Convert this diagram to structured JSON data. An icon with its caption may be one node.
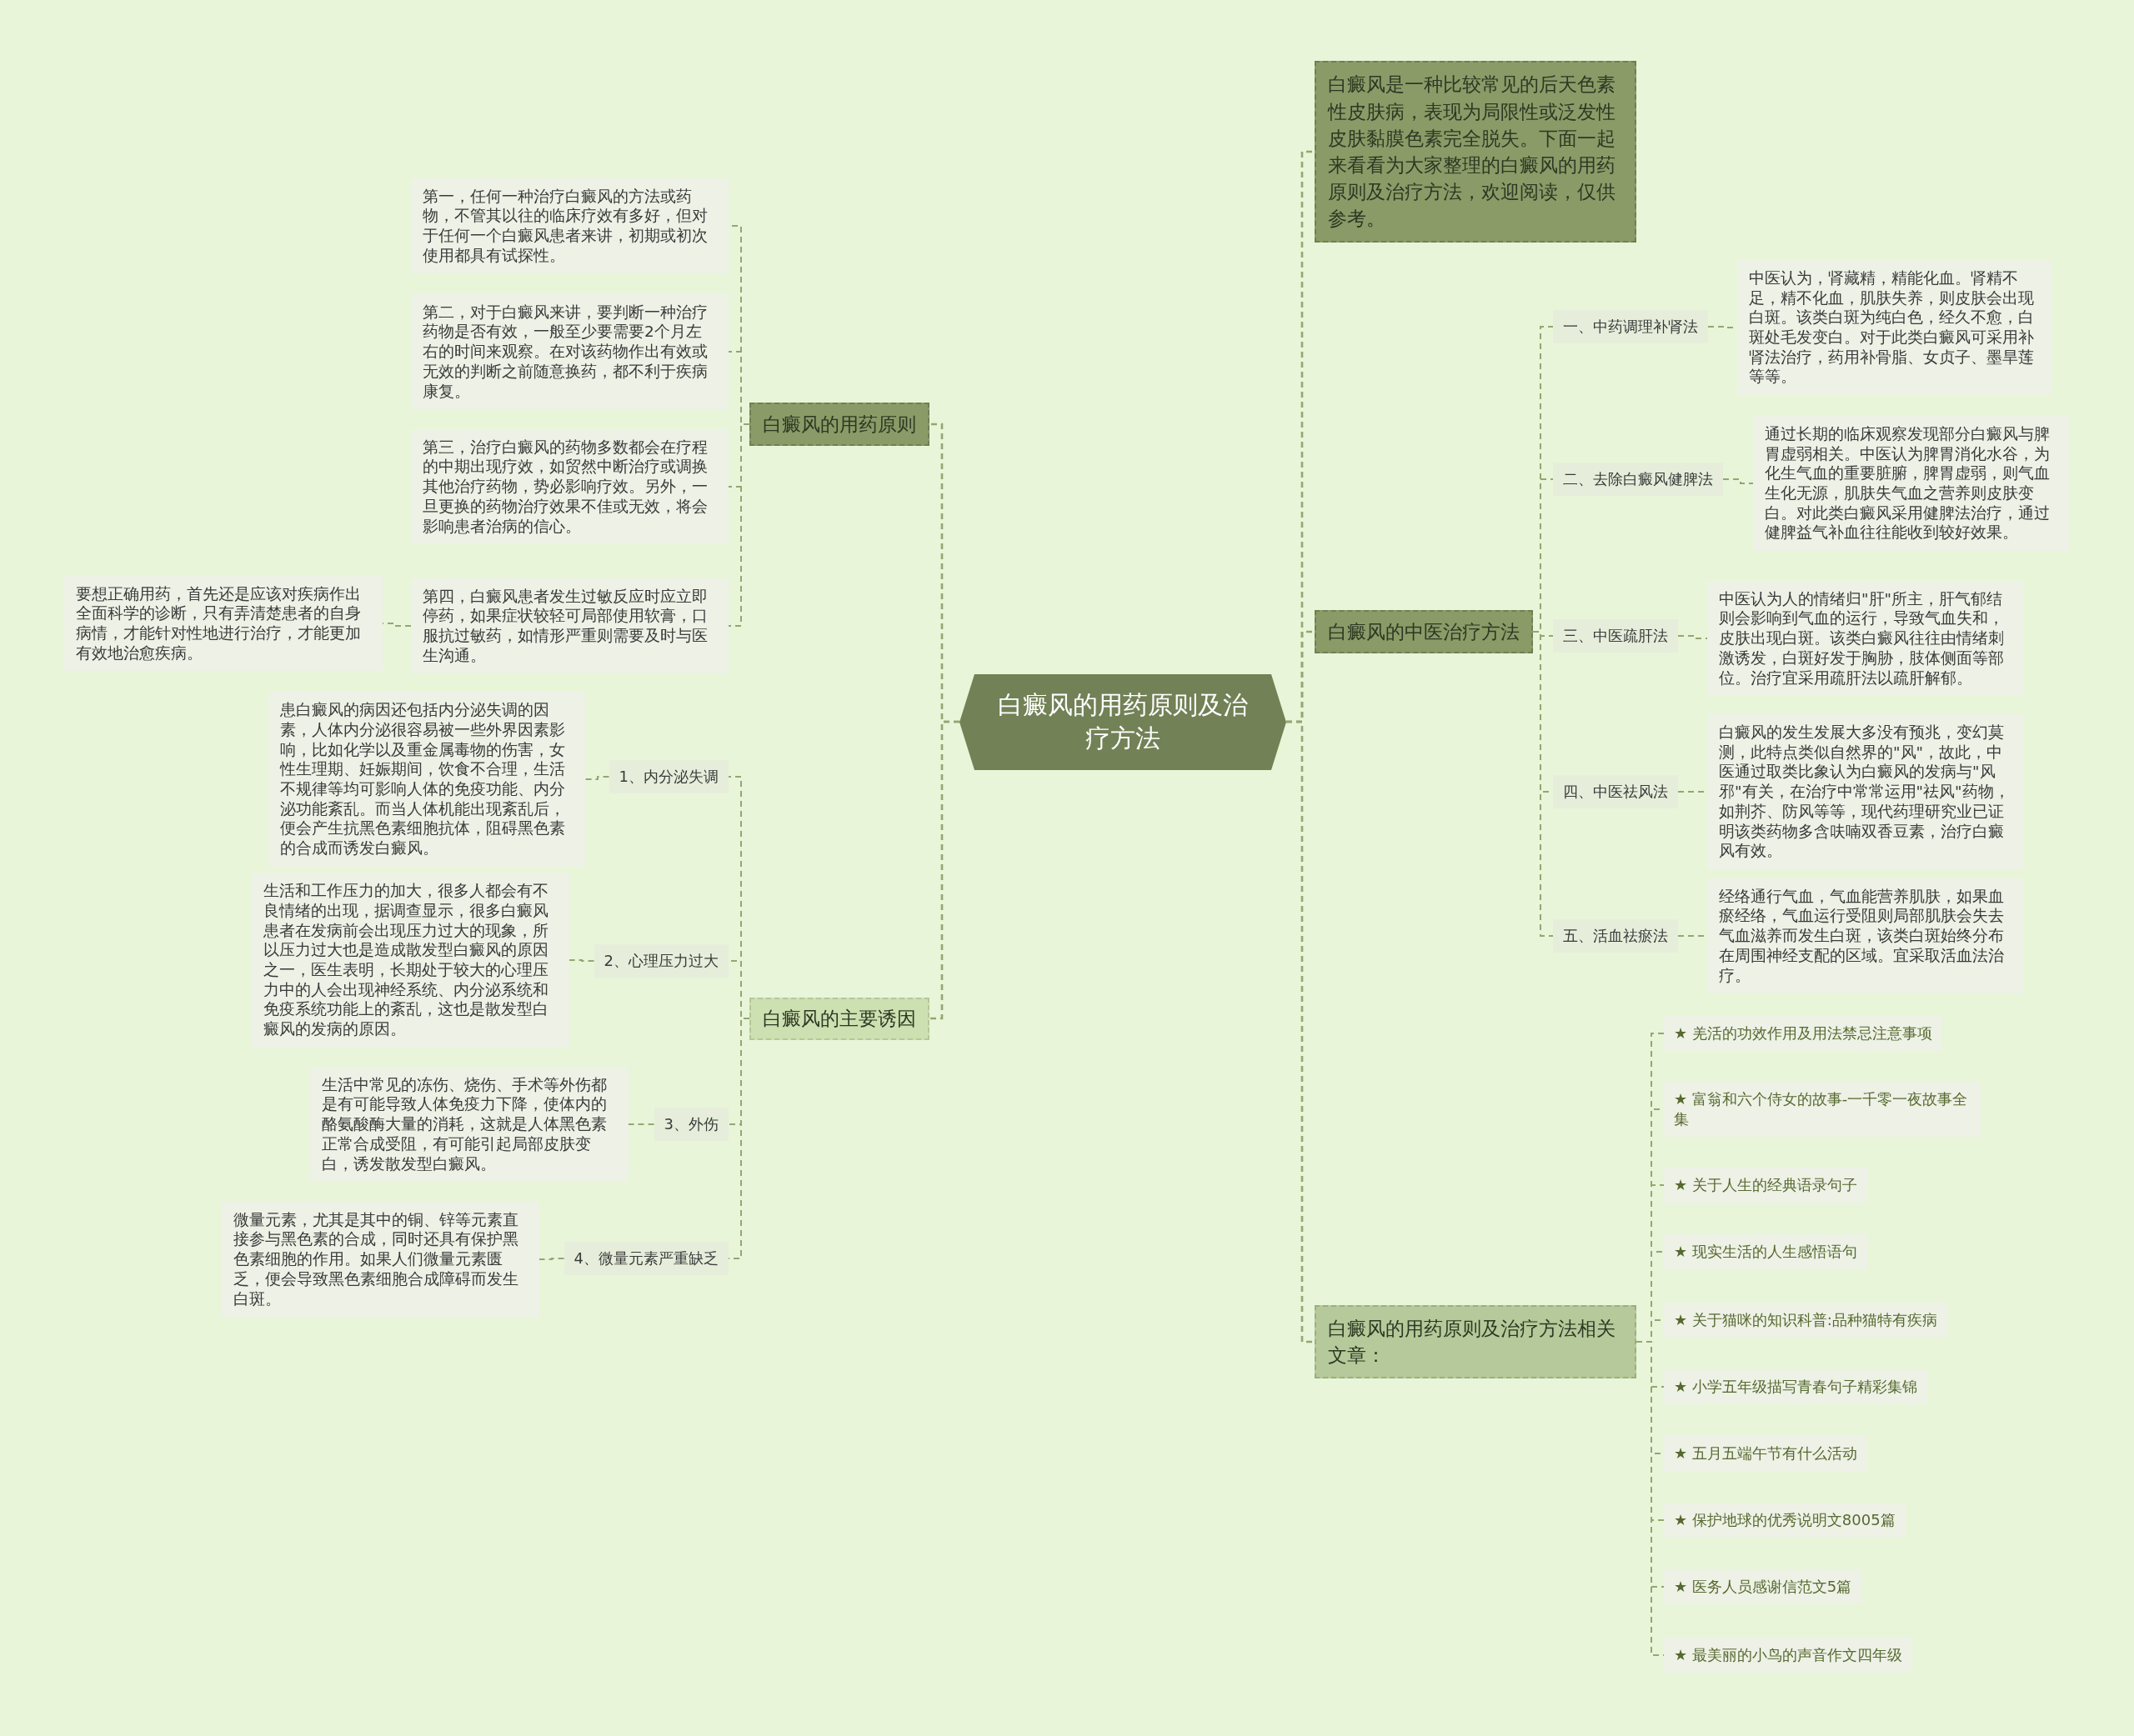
{
  "diagram": {
    "nodes": [
      {
        "text": [
          "白癜风的用药原则及治疗方法"
        ]
      },
      {
        "text": [
          "白癜风的用药原则"
        ]
      },
      {
        "text": [
          "第一，任何一种治疗白癜风的方法或药物，不管其以往的临床疗效有多好，但对于任何一个白癜风患者来讲，初期或初次使用都具有试探性。"
        ]
      },
      {
        "text": [
          "第二，对于白癜风来讲，要判断一种治疗药物是否有效，一般至少要需要2个月左右的时间来观察。在对该药物作出有效或无效的判断之前随意换药，都不利于疾病康复。"
        ]
      },
      {
        "text": [
          "第三，治疗白癜风的药物多数都会在疗程的中期出现疗效，如贸然中断治疗或调换其他治疗药物，势必影响疗效。另外，一旦更换的药物治疗效果不佳或无效，将会影响患者治病的信心。"
        ]
      },
      {
        "text": [
          "第四，白癜风患者发生过敏反应时应立即停药，如果症状较轻可局部使用软膏，口服抗过敏药，如情形严重则需要及时与医生沟通。"
        ]
      },
      {
        "text": [
          "要想正确用药，首先还是应该对疾病作出全面科学的诊断，只有弄清楚患者的自身病情，才能针对性地进行治疗，才能更加有效地治愈疾病。"
        ]
      },
      {
        "text": [
          "白癜风的主要诱因"
        ]
      },
      {
        "text": [
          "1、内分泌失调"
        ]
      },
      {
        "text": [
          "患白癜风的病因还包括内分泌失调的因素，人体内分泌很容易被一些外界因素影响，比如化学以及重金属毒物的伤害，女性生理期、妊娠期间，饮食不合理，生活不规律等均可影响人体的免疫功能、内分泌功能紊乱。而当人体机能出现紊乱后，便会产生抗黑色素细胞抗体，阻碍黑色素的合成而诱发白癜风。"
        ]
      },
      {
        "text": [
          "2、心理压力过大"
        ]
      },
      {
        "text": [
          "生活和工作压力的加大，很多人都会有不良情绪的出现，据调查显示，很多白癜风患者在发病前会出现压力过大的现象，所以压力过大也是造成散发型白癜风的原因之一，医生表明，长期处于较大的心理压力中的人会出现神经系统、内分泌系统和免疫系统功能上的紊乱，这也是散发型白癜风的发病的原因。"
        ]
      },
      {
        "text": [
          "3、外伤"
        ]
      },
      {
        "text": [
          "生活中常见的冻伤、烧伤、手术等外伤都是有可能导致人体免疫力下降，使体内的酪氨酸酶大量的消耗，这就是人体黑色素正常合成受阻，有可能引起局部皮肤变白，诱发散发型白癜风。"
        ]
      },
      {
        "text": [
          "4、微量元素严重缺乏"
        ]
      },
      {
        "text": [
          "微量元素，尤其是其中的铜、锌等元素直接参与黑色素的合成，同时还具有保护黑色素细胞的作用。如果人们微量元素匮乏，便会导致黑色素细胞合成障碍而发生白斑。"
        ]
      },
      {
        "text": [
          "白癜风是一种比较常见的后天色素性皮肤病，表现为局限性或泛发性皮肤黏膜色素完全脱失。下面一起来看看为大家整理的白癜风的用药原则及治疗方法，欢迎阅读，仅供参考。"
        ]
      },
      {
        "text": [
          "白癜风的中医治疗方法"
        ]
      },
      {
        "text": [
          "一、中药调理补肾法"
        ]
      },
      {
        "text": [
          "中医认为，肾藏精，精能化血。肾精不足，精不化血，肌肤失养，则皮肤会出现白斑。该类白斑为纯白色，经久不愈，白斑处毛发变白。对于此类白癜风可采用补肾法治疗，药用补骨脂、女贞子、墨旱莲等等。"
        ]
      },
      {
        "text": [
          "二、去除白癜风健脾法"
        ]
      },
      {
        "text": [
          "通过长期的临床观察发现部分白癜风与脾胃虚弱相关。中医认为脾胃消化水谷，为化生气血的重要脏腑，脾胃虚弱，则气血生化无源，肌肤失气血之营养则皮肤变白。对此类白癜风采用健脾法治疗，通过健脾益气补血往往能收到较好效果。"
        ]
      },
      {
        "text": [
          "三、中医疏肝法"
        ]
      },
      {
        "text": [
          "中医认为人的情绪归\"肝\"所主，肝气郁结则会影响到气血的运行，导致气血失和，皮肤出现白斑。该类白癜风往往由情绪刺激诱发，白斑好发于胸胁，肢体侧面等部位。治疗宜采用疏肝法以疏肝解郁。"
        ]
      },
      {
        "text": [
          "四、中医祛风法"
        ]
      },
      {
        "text": [
          "白癜风的发生发展大多没有预兆，变幻莫测，此特点类似自然界的\"风\"，故此，中医通过取类比象认为白癜风的发病与\"风邪\"有关，在治疗中常常运用\"祛风\"药物，如荆芥、防风等等，现代药理研究业已证明该类药物多含呋喃双香豆素，治疗白癜风有效。"
        ]
      },
      {
        "text": [
          "五、活血祛瘀法"
        ]
      },
      {
        "text": [
          "经络通行气血，气血能营养肌肤，如果血瘀经络，气血运行受阻则局部肌肤会失去气血滋养而发生白斑，该类白斑始终分布在周围神经支配的区域。宜采取活血法治疗。"
        ]
      },
      {
        "text": [
          "白癜风的用药原则及治疗方法相关文章："
        ]
      },
      {
        "text": [
          "★ 羌活的功效作用及用法禁忌注意事项"
        ]
      },
      {
        "text": [
          "★ 富翁和六个侍女的故事-一千零一夜故事全集"
        ]
      },
      {
        "text": [
          "★ 关于人生的经典语录句子"
        ]
      },
      {
        "text": [
          "★ 现实生活的人生感悟语句"
        ]
      },
      {
        "text": [
          "★ 关于猫咪的知识科普:品种猫特有疾病"
        ]
      },
      {
        "text": [
          "★ 小学五年级描写青春句子精彩集锦"
        ]
      },
      {
        "text": [
          "★ 五月五端午节有什么活动"
        ]
      },
      {
        "text": [
          "★ 保护地球的优秀说明文8005篇"
        ]
      },
      {
        "text": [
          "★ 医务人员感谢信范文5篇"
        ]
      },
      {
        "text": [
          "★ 最美丽的小鸟的声音作文四年级"
        ]
      }
    ],
    "edges": [
      {
        "from": 0,
        "to": 1,
        "arrow": "none"
      },
      {
        "from": 1,
        "to": 2,
        "arrow": "none"
      },
      {
        "from": 1,
        "to": 3,
        "arrow": "none"
      },
      {
        "from": 1,
        "to": 4,
        "arrow": "none"
      },
      {
        "from": 1,
        "to": 5,
        "arrow": "none"
      },
      {
        "from": 5,
        "to": 6,
        "arrow": "none"
      },
      {
        "from": 0,
        "to": 7,
        "arrow": "none"
      },
      {
        "from": 7,
        "to": 8,
        "arrow": "none"
      },
      {
        "from": 8,
        "to": 9,
        "arrow": "none"
      },
      {
        "from": 7,
        "to": 10,
        "arrow": "none"
      },
      {
        "from": 10,
        "to": 11,
        "arrow": "none"
      },
      {
        "from": 7,
        "to": 12,
        "arrow": "none"
      },
      {
        "from": 12,
        "to": 13,
        "arrow": "none"
      },
      {
        "from": 7,
        "to": 14,
        "arrow": "none"
      },
      {
        "from": 14,
        "to": 15,
        "arrow": "none"
      },
      {
        "from": 0,
        "to": 16,
        "arrow": "none"
      },
      {
        "from": 0,
        "to": 17,
        "arrow": "none"
      },
      {
        "from": 17,
        "to": 18,
        "arrow": "none"
      },
      {
        "from": 18,
        "to": 19,
        "arrow": "none"
      },
      {
        "from": 17,
        "to": 20,
        "arrow": "none"
      },
      {
        "from": 20,
        "to": 21,
        "arrow": "none"
      },
      {
        "from": 17,
        "to": 22,
        "arrow": "none"
      },
      {
        "from": 22,
        "to": 23,
        "arrow": "none"
      },
      {
        "from": 17,
        "to": 24,
        "arrow": "none"
      },
      {
        "from": 24,
        "to": 25,
        "arrow": "none"
      },
      {
        "from": 17,
        "to": 26,
        "arrow": "none"
      },
      {
        "from": 26,
        "to": 27,
        "arrow": "none"
      },
      {
        "from": 0,
        "to": 28,
        "arrow": "none"
      },
      {
        "from": 28,
        "to": 29,
        "arrow": "none"
      },
      {
        "from": 28,
        "to": 30,
        "arrow": "none"
      },
      {
        "from": 28,
        "to": 31,
        "arrow": "none"
      },
      {
        "from": 28,
        "to": 32,
        "arrow": "none"
      },
      {
        "from": 28,
        "to": 33,
        "arrow": "none"
      },
      {
        "from": 28,
        "to": 34,
        "arrow": "none"
      },
      {
        "from": 28,
        "to": 35,
        "arrow": "none"
      },
      {
        "from": 28,
        "to": 36,
        "arrow": "none"
      },
      {
        "from": 28,
        "to": 37,
        "arrow": "none"
      },
      {
        "from": 28,
        "to": 38,
        "arrow": "none"
      }
    ]
  }
}
